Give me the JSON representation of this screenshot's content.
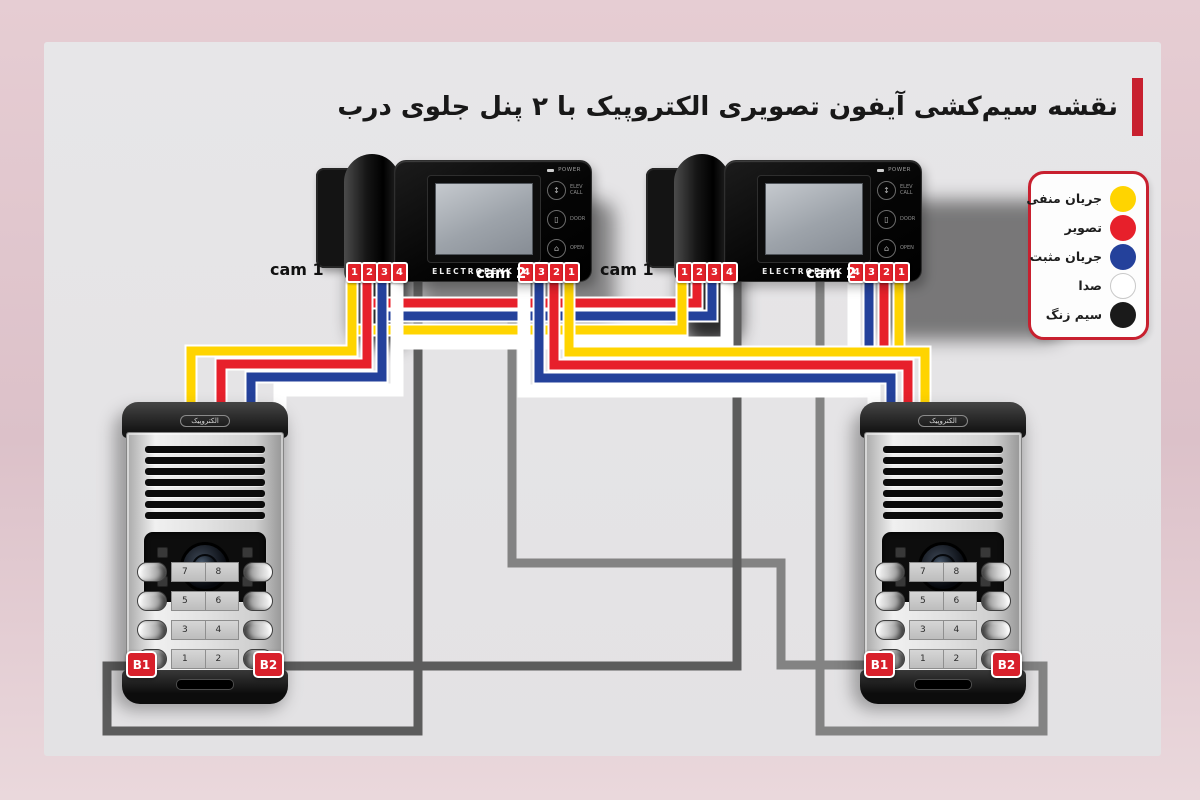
{
  "title": {
    "text": "نقشه سیم‌کشی آیفون تصویری الکتروپیک با ۲ پنل جلوی درب",
    "accent_color": "#c8202f"
  },
  "legend": {
    "items": [
      {
        "label": "جریان منفی",
        "color": "#ffd400",
        "key": "yellow"
      },
      {
        "label": "تصویر",
        "color": "#e7202b",
        "key": "red"
      },
      {
        "label": "جریان مثبت",
        "color": "#24419b",
        "key": "blue"
      },
      {
        "label": "صدا",
        "color": "#ffffff",
        "key": "white"
      },
      {
        "label": "سیم زنگ",
        "color": "#1a1a1a",
        "key": "black"
      }
    ]
  },
  "wire_colors": {
    "yellow": "#ffd400",
    "red": "#e7202b",
    "blue": "#24419b",
    "white": "#ffffff",
    "gray_dark": "#5c5c5c",
    "gray_light": "#838383",
    "casing": "#ffffff"
  },
  "monitors": [
    {
      "brand": "ELECTROPEYK",
      "power_label": "POWER",
      "buttons": [
        {
          "icon": "elevator-call-icon",
          "glyph": "↕",
          "label": "ELEV\nCALL"
        },
        {
          "icon": "door-icon",
          "glyph": "▯",
          "label": "DOOR"
        },
        {
          "icon": "open-lock-icon",
          "glyph": "⌂",
          "label": "OPEN"
        }
      ],
      "cam1_label": "cam 1",
      "cam2_label": "cam 2",
      "terminals_cam1": [
        "1",
        "2",
        "3",
        "4"
      ],
      "terminals_cam2": [
        "4",
        "3",
        "2",
        "1"
      ]
    },
    {
      "brand": "ELECTROPEYK",
      "power_label": "POWER",
      "buttons": [
        {
          "icon": "elevator-call-icon",
          "glyph": "↕",
          "label": "ELEV\nCALL"
        },
        {
          "icon": "door-icon",
          "glyph": "▯",
          "label": "DOOR"
        },
        {
          "icon": "open-lock-icon",
          "glyph": "⌂",
          "label": "OPEN"
        }
      ],
      "cam1_label": "cam 1",
      "cam2_label": "cam 2",
      "terminals_cam1": [
        "1",
        "2",
        "3",
        "4"
      ],
      "terminals_cam2": [
        "4",
        "3",
        "2",
        "1"
      ]
    }
  ],
  "door_panels": [
    {
      "brand": "الکتروپیک",
      "button_rows": [
        [
          "7",
          "8"
        ],
        [
          "5",
          "6"
        ],
        [
          "3",
          "4"
        ],
        [
          "1",
          "2"
        ]
      ],
      "b1_label": "B1",
      "b2_label": "B2"
    },
    {
      "brand": "الکتروپیک",
      "button_rows": [
        [
          "7",
          "8"
        ],
        [
          "5",
          "6"
        ],
        [
          "3",
          "4"
        ],
        [
          "1",
          "2"
        ]
      ],
      "b1_label": "B1",
      "b2_label": "B2"
    }
  ]
}
